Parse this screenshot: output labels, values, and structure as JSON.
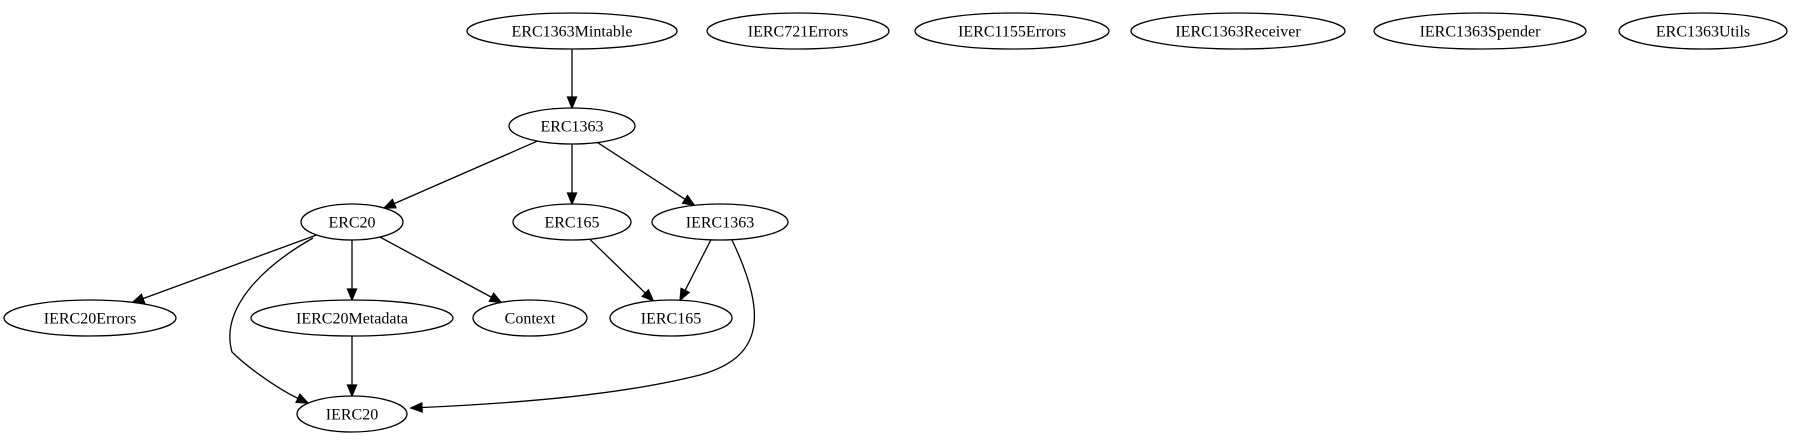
{
  "graph": {
    "nodes": [
      {
        "id": "ERC1363Mintable",
        "label": "ERC1363Mintable"
      },
      {
        "id": "IERC721Errors",
        "label": "IERC721Errors"
      },
      {
        "id": "IERC1155Errors",
        "label": "IERC1155Errors"
      },
      {
        "id": "IERC1363Receiver",
        "label": "IERC1363Receiver"
      },
      {
        "id": "IERC1363Spender",
        "label": "IERC1363Spender"
      },
      {
        "id": "ERC1363Utils",
        "label": "ERC1363Utils"
      },
      {
        "id": "ERC1363",
        "label": "ERC1363"
      },
      {
        "id": "ERC20",
        "label": "ERC20"
      },
      {
        "id": "ERC165",
        "label": "ERC165"
      },
      {
        "id": "IERC1363",
        "label": "IERC1363"
      },
      {
        "id": "IERC20Errors",
        "label": "IERC20Errors"
      },
      {
        "id": "IERC20Metadata",
        "label": "IERC20Metadata"
      },
      {
        "id": "Context",
        "label": "Context"
      },
      {
        "id": "IERC165",
        "label": "IERC165"
      },
      {
        "id": "IERC20",
        "label": "IERC20"
      }
    ],
    "edges": [
      {
        "from": "ERC1363Mintable",
        "to": "ERC1363"
      },
      {
        "from": "ERC1363",
        "to": "ERC20"
      },
      {
        "from": "ERC1363",
        "to": "ERC165"
      },
      {
        "from": "ERC1363",
        "to": "IERC1363"
      },
      {
        "from": "ERC20",
        "to": "IERC20Errors"
      },
      {
        "from": "ERC20",
        "to": "IERC20Metadata"
      },
      {
        "from": "ERC20",
        "to": "Context"
      },
      {
        "from": "ERC20",
        "to": "IERC20"
      },
      {
        "from": "ERC165",
        "to": "IERC165"
      },
      {
        "from": "IERC1363",
        "to": "IERC165"
      },
      {
        "from": "IERC1363",
        "to": "IERC20"
      },
      {
        "from": "IERC20Metadata",
        "to": "IERC20"
      }
    ]
  }
}
